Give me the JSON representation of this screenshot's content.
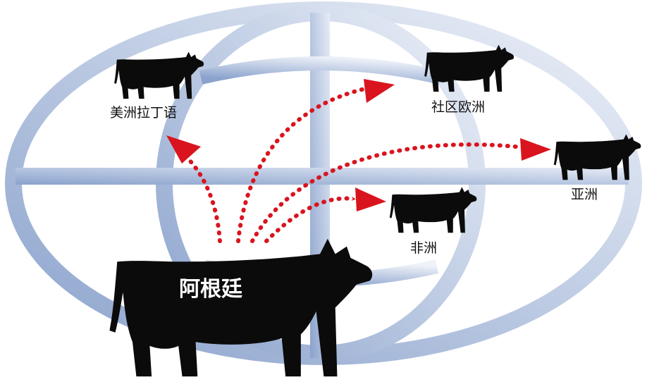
{
  "origin": {
    "label": "阿根廷"
  },
  "destinations": [
    {
      "id": "latin-america",
      "label": "美洲拉丁语"
    },
    {
      "id": "eu",
      "label": "社区欧洲"
    },
    {
      "id": "asia",
      "label": "亚洲"
    },
    {
      "id": "africa",
      "label": "非洲"
    }
  ],
  "colors": {
    "globe_light": "#eef2f9",
    "globe_dark": "#8aa2cc",
    "arrow": "#d9141e",
    "cattle": "#0b0b0b"
  },
  "icons": {
    "origin": "cow-icon",
    "destination": "cow-icon",
    "background": "globe-icon"
  }
}
